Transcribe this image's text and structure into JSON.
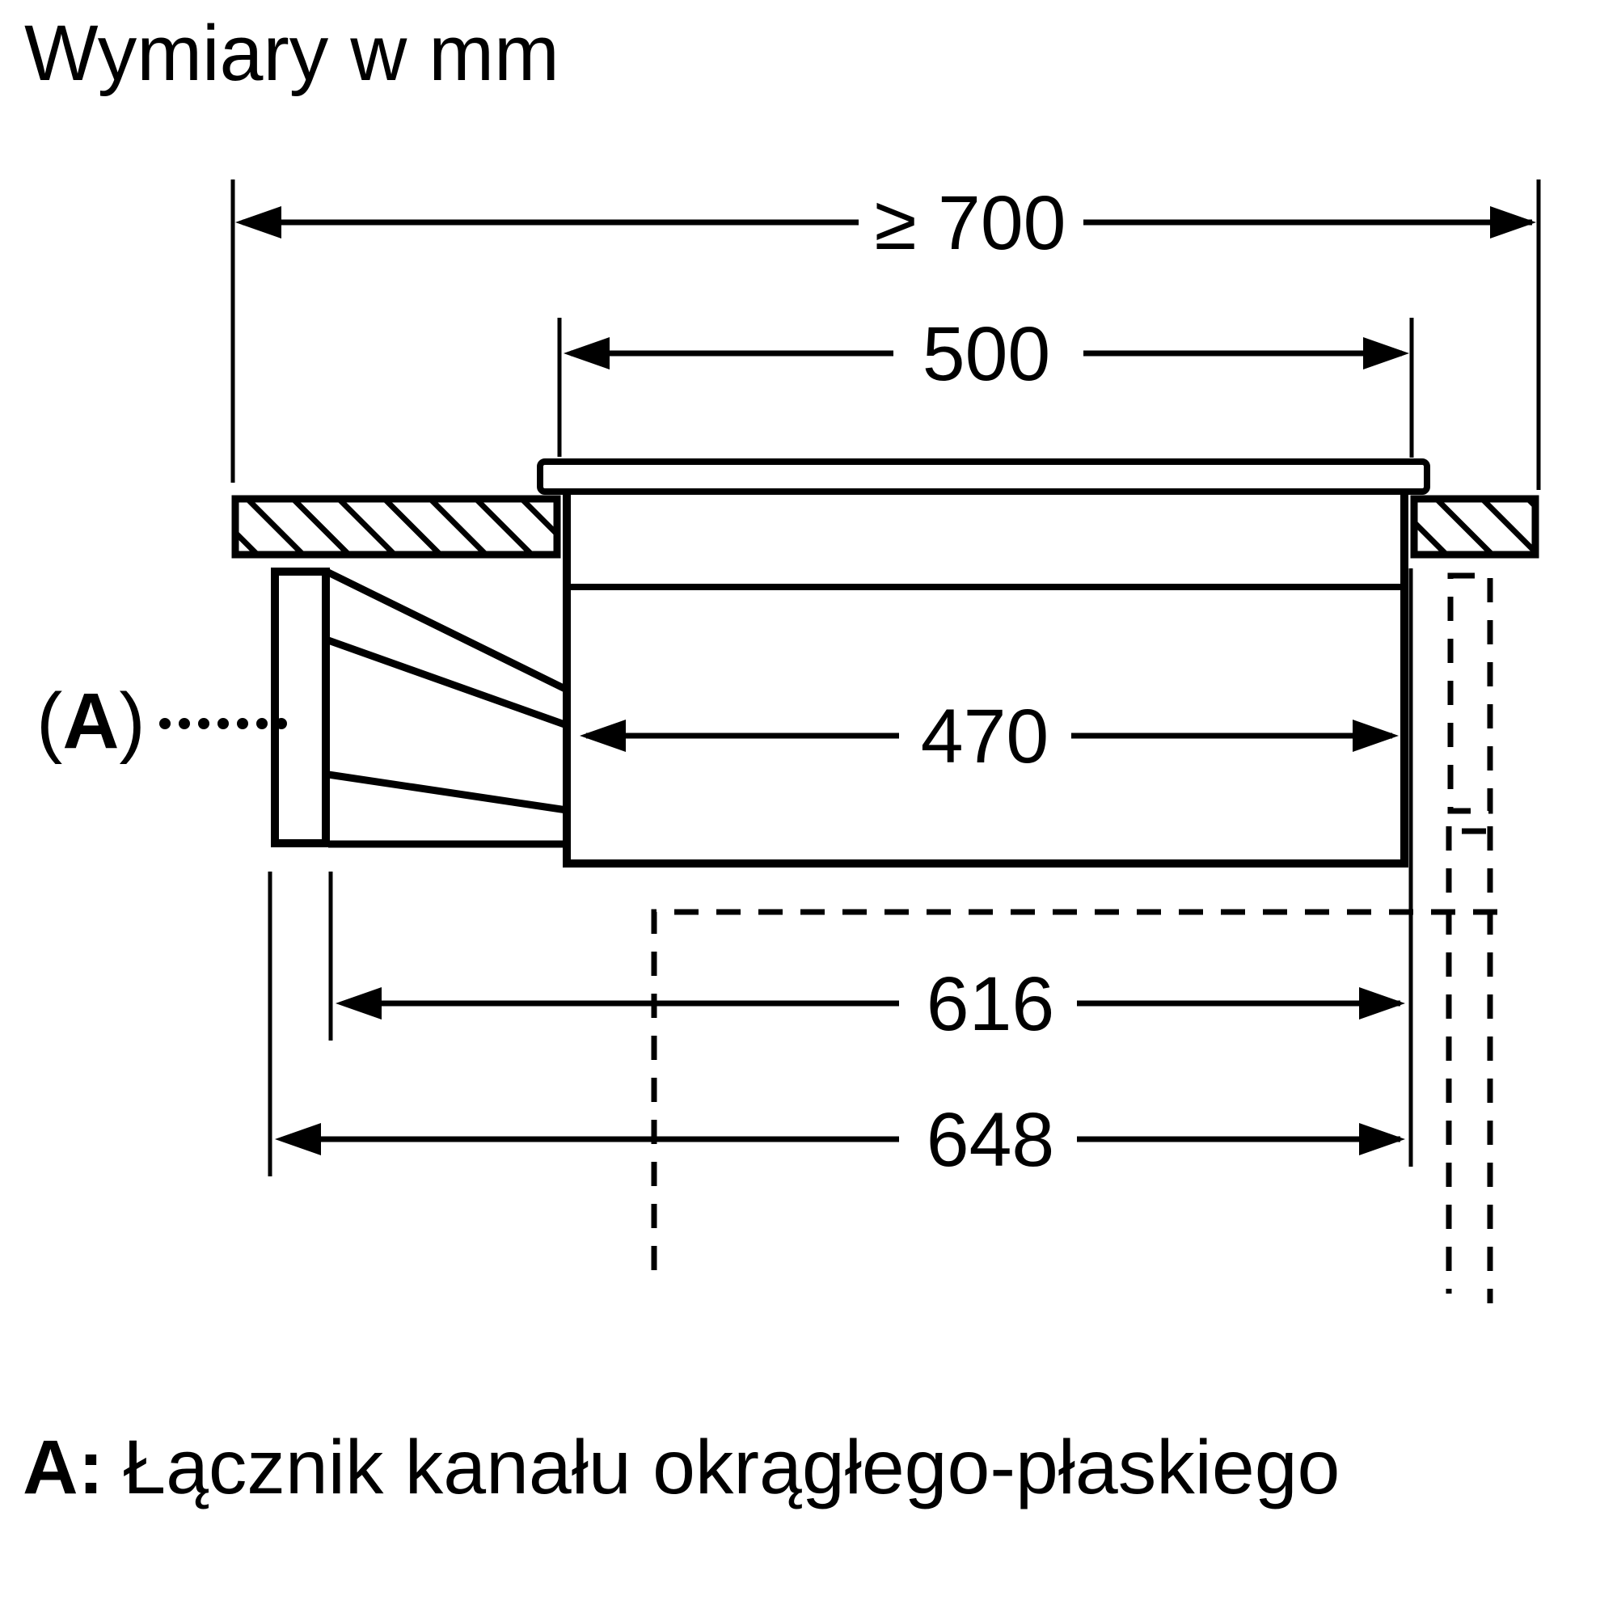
{
  "title": "Wymiary w mm",
  "dimensions": {
    "min_worktop_depth": "≥ 700",
    "cutout_width": "500",
    "appliance_width": "470",
    "duct_inner_offset": "616",
    "duct_outer_offset": "648"
  },
  "callout": {
    "open": "(",
    "letter": "A",
    "close": ")"
  },
  "caption": {
    "prefix": "A:",
    "text": "Łącznik kanału okrągłego-płaskiego"
  },
  "colors": {
    "ink": "#000000",
    "background": "#ffffff"
  }
}
